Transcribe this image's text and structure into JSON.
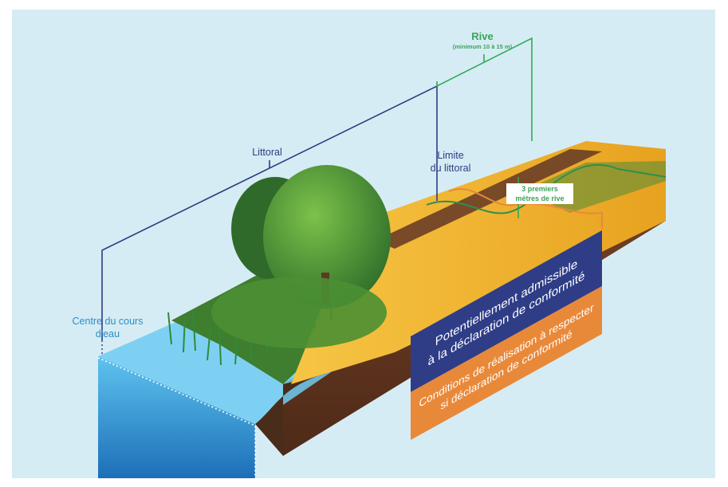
{
  "labels": {
    "rive_title": "Rive",
    "rive_subtitle": "(minimum 10 à 15 m)",
    "littoral": "Littoral",
    "limite_line1": "Limite",
    "limite_line2": "du littoral",
    "centre_line1": "Centre du cours",
    "centre_line2": "d'eau",
    "premiers_line1": "3 premiers",
    "premiers_line2": "mètres de rive"
  },
  "banners": {
    "blue_line1": "Potentiellement admissible",
    "blue_line2": "à la déclaration de conformité",
    "orange_line1": "Conditions de réalisation à respecter",
    "orange_line2": "si déclaration de conformité"
  },
  "colors": {
    "background": "#d6ecf4",
    "navy": "#2c3e82",
    "green": "#3aa35a",
    "orange": "#e8893a",
    "water": "#3a9fd8",
    "wheat": "#f0b530",
    "soil": "#6b3a22"
  }
}
